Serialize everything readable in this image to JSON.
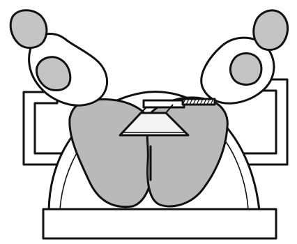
{
  "colors": {
    "background": "#ffffff",
    "outline": "#111111",
    "drape_gray": "#cfcfcf",
    "limb_gray": "#b9b9b9",
    "sheet_white": "#ffffff",
    "device_white": "#f4f4f4"
  },
  "icons": {
    "left_leg": "leg-in-stirrup-left",
    "right_leg": "leg-in-stirrup-right",
    "speculum": "vaginal-speculum"
  }
}
